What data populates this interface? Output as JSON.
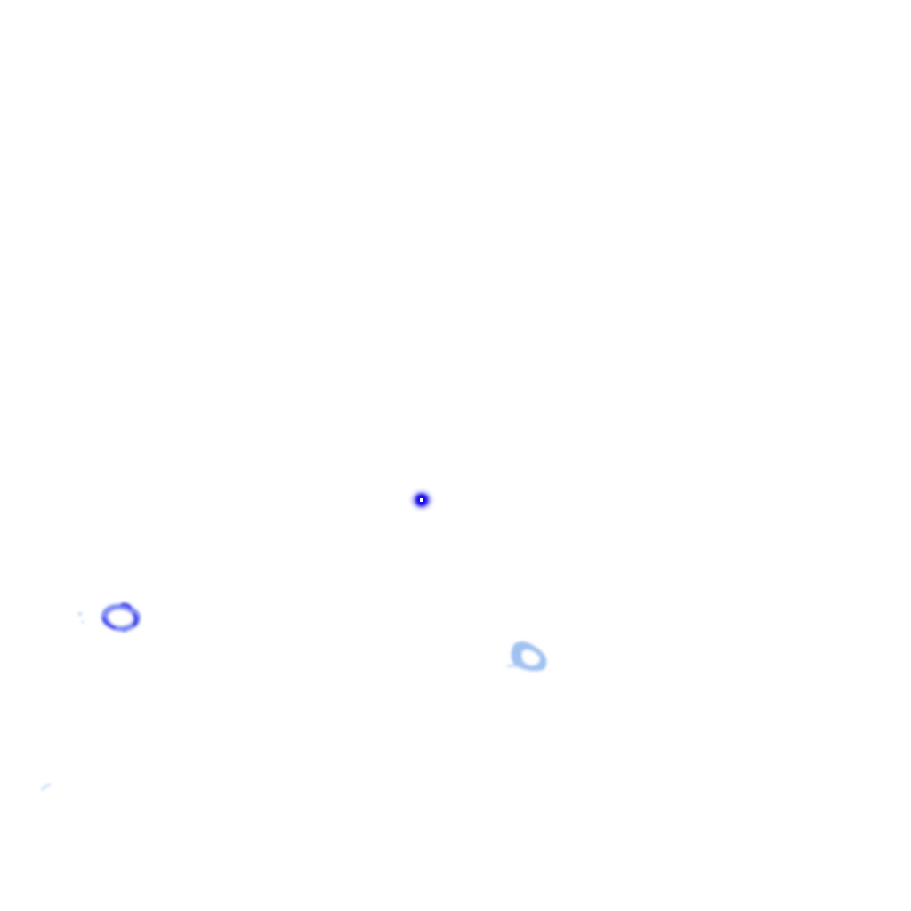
{
  "background_color": "#ffffff",
  "palette": {
    "deep_blue": "#1a10e8",
    "mid_blue": "#3b3cf0",
    "light_blue": "#8fb6f0",
    "pale_blue": "#c9dcf7"
  },
  "blobs": [
    {
      "name": "center-blob",
      "shape": "small dot with bright core",
      "color": "deep_blue"
    },
    {
      "name": "left-blob",
      "shape": "ring cluster",
      "color": "mid_blue"
    },
    {
      "name": "right-blob",
      "shape": "hollow quadrilateral",
      "color": "light_blue"
    },
    {
      "name": "bottom-left-speck",
      "shape": "faint dash",
      "color": "pale_blue"
    }
  ]
}
